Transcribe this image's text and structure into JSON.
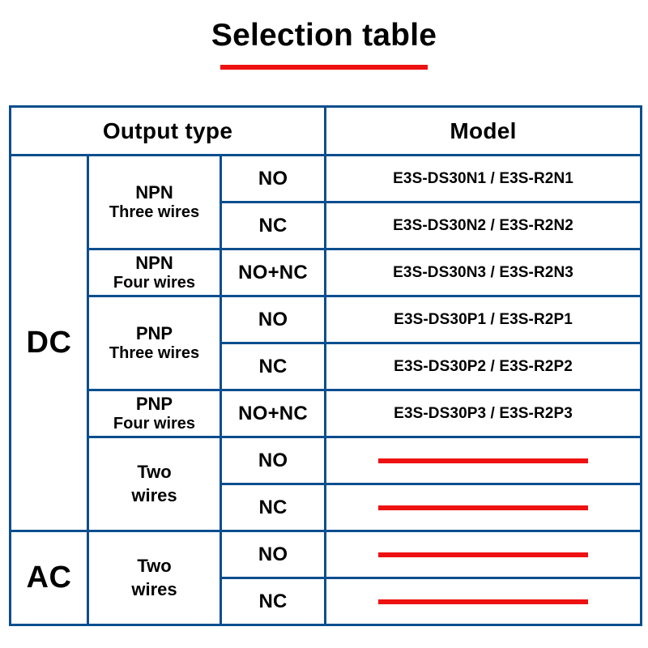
{
  "page": {
    "title": "Selection table",
    "accent_red": "#ee1111",
    "border_blue": "#0b4e8e",
    "background": "#ffffff"
  },
  "table": {
    "headers": {
      "output_type": "Output type",
      "model": "Model"
    },
    "supply_groups": [
      {
        "label": "DC",
        "row_span": 8
      },
      {
        "label": "AC",
        "row_span": 2
      }
    ],
    "rows": [
      {
        "supply": "DC",
        "type_main": "NPN",
        "type_sub": "Three wires",
        "type_rowspan": 2,
        "output": "NO",
        "model": "E3S-DS30N1 / E3S-R2N1",
        "model_hidden": false
      },
      {
        "supply": "DC",
        "type_main": "NPN",
        "type_sub": "Three wires",
        "type_rowspan": 0,
        "output": "NC",
        "model": "E3S-DS30N2 / E3S-R2N2",
        "model_hidden": false
      },
      {
        "supply": "DC",
        "type_main": "NPN",
        "type_sub": "Four wires",
        "type_rowspan": 1,
        "output": "NO+NC",
        "model": "E3S-DS30N3 / E3S-R2N3",
        "model_hidden": false
      },
      {
        "supply": "DC",
        "type_main": "PNP",
        "type_sub": "Three wires",
        "type_rowspan": 2,
        "output": "NO",
        "model": "E3S-DS30P1 / E3S-R2P1",
        "model_hidden": false
      },
      {
        "supply": "DC",
        "type_main": "PNP",
        "type_sub": "Three wires",
        "type_rowspan": 0,
        "output": "NC",
        "model": "E3S-DS30P2 / E3S-R2P2",
        "model_hidden": false
      },
      {
        "supply": "DC",
        "type_main": "PNP",
        "type_sub": "Four wires",
        "type_rowspan": 1,
        "output": "NO+NC",
        "model": "E3S-DS30P3 / E3S-R2P3",
        "model_hidden": false
      },
      {
        "supply": "DC",
        "type_main": "Two",
        "type_sub": "wires",
        "type_rowspan": 2,
        "output": "NO",
        "model": "",
        "model_hidden": true
      },
      {
        "supply": "DC",
        "type_main": "Two",
        "type_sub": "wires",
        "type_rowspan": 0,
        "output": "NC",
        "model": "",
        "model_hidden": true
      },
      {
        "supply": "AC",
        "type_main": "Two",
        "type_sub": "wires",
        "type_rowspan": 2,
        "output": "NO",
        "model": "",
        "model_hidden": true
      },
      {
        "supply": "AC",
        "type_main": "Two",
        "type_sub": "wires",
        "type_rowspan": 0,
        "output": "NC",
        "model": "",
        "model_hidden": true
      }
    ]
  }
}
